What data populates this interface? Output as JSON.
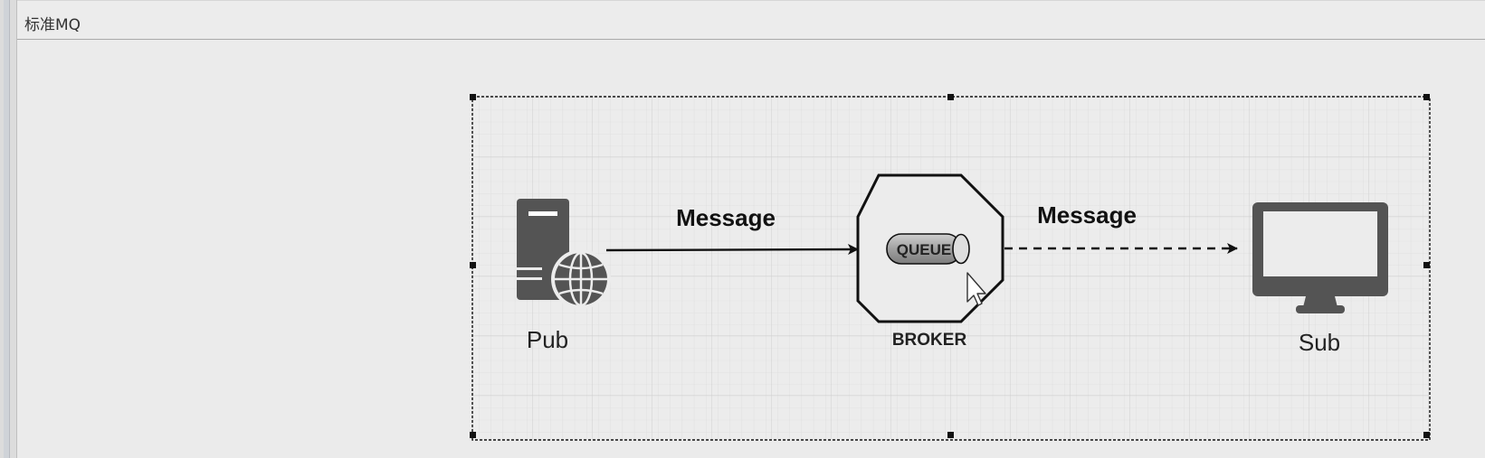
{
  "panel": {
    "title": "标准MQ"
  },
  "diagram": {
    "publisher": {
      "label": "Pub",
      "icon": "server-globe-icon"
    },
    "broker": {
      "label": "BROKER",
      "queue_label": "QUEUE"
    },
    "subscriber": {
      "label": "Sub",
      "icon": "monitor-icon"
    },
    "edges": [
      {
        "from": "Pub",
        "to": "BROKER",
        "label": "Message",
        "style": "solid"
      },
      {
        "from": "BROKER",
        "to": "Sub",
        "label": "Message",
        "style": "dashed"
      }
    ],
    "colors": {
      "icon": "#545454",
      "stroke": "#111111",
      "queue_fill": "#a8a8a8"
    }
  }
}
